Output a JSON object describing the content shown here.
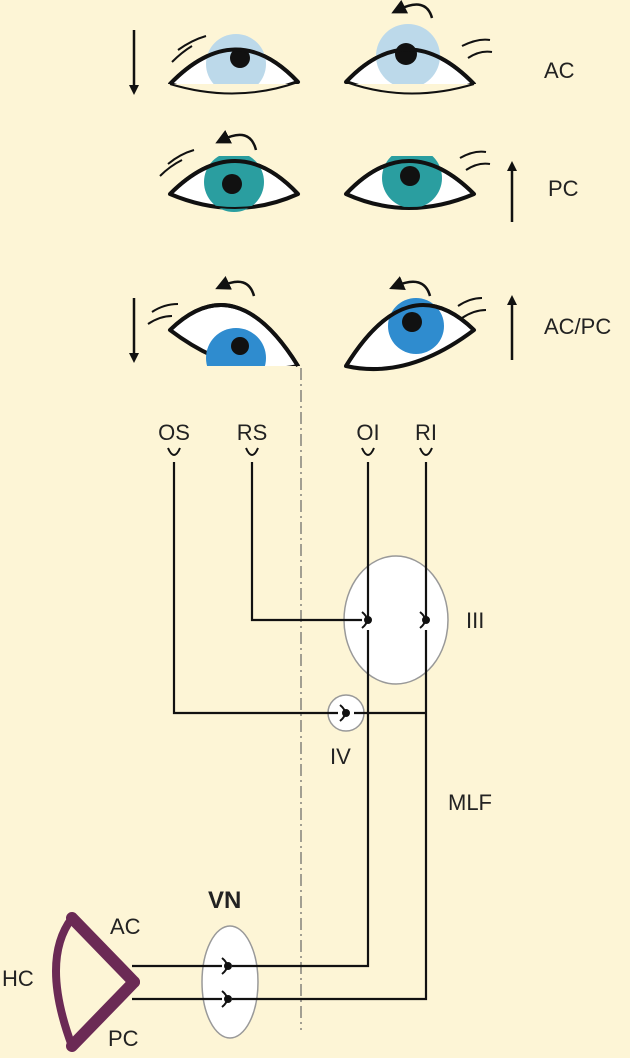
{
  "canal_row_labels": [
    "AC",
    "PC",
    "AC/PC"
  ],
  "muscles": {
    "os": "OS",
    "rs": "RS",
    "oi": "OI",
    "ri": "RI"
  },
  "nuclei": {
    "oculomotor": "III",
    "trochlear": "IV",
    "vestibular": "VN"
  },
  "tract": "MLF",
  "canals": {
    "horizontal": "HC",
    "anterior": "AC",
    "posterior": "PC"
  },
  "colors": {
    "background": "#fdf5d6",
    "line": "#111111",
    "iris_ac": "#bcd9ea",
    "iris_pc": "#2a9ea0",
    "iris_acpc": "#2f8ccf",
    "canal": "#6b2a55"
  }
}
